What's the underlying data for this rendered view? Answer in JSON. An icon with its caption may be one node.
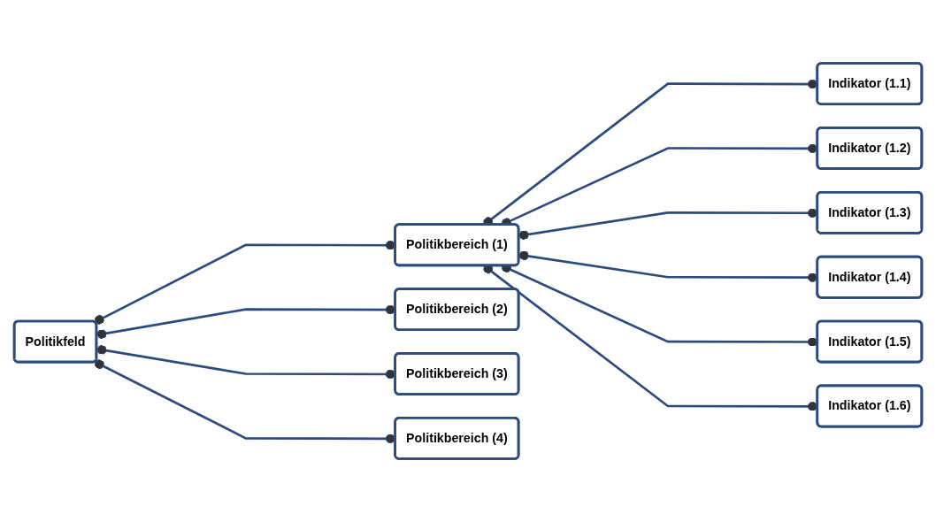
{
  "diagram": {
    "nodes": [
      {
        "text": [
          "Politikfeld"
        ]
      },
      {
        "text": [
          "Politikbereich (1)"
        ]
      },
      {
        "text": [
          "Politikbereich (2)"
        ]
      },
      {
        "text": [
          "Politikbereich (3)"
        ]
      },
      {
        "text": [
          "Politikbereich (4)"
        ]
      },
      {
        "text": [
          "Indikator (1.1)"
        ]
      },
      {
        "text": [
          "Indikator (1.2)"
        ]
      },
      {
        "text": [
          "Indikator (1.3)"
        ]
      },
      {
        "text": [
          "Indikator (1.4)"
        ]
      },
      {
        "text": [
          "Indikator (1.5)"
        ]
      },
      {
        "text": [
          "Indikator (1.6)"
        ]
      }
    ],
    "edges": [
      {
        "from": 0,
        "to": 1,
        "arrow": "other"
      },
      {
        "from": 0,
        "to": 2,
        "arrow": "other"
      },
      {
        "from": 0,
        "to": 3,
        "arrow": "other"
      },
      {
        "from": 0,
        "to": 4,
        "arrow": "other"
      },
      {
        "from": 1,
        "to": 5,
        "arrow": "other"
      },
      {
        "from": 1,
        "to": 6,
        "arrow": "other"
      },
      {
        "from": 1,
        "to": 7,
        "arrow": "other"
      },
      {
        "from": 1,
        "to": 8,
        "arrow": "other"
      },
      {
        "from": 1,
        "to": 9,
        "arrow": "other"
      },
      {
        "from": 1,
        "to": 10,
        "arrow": "other"
      }
    ]
  }
}
